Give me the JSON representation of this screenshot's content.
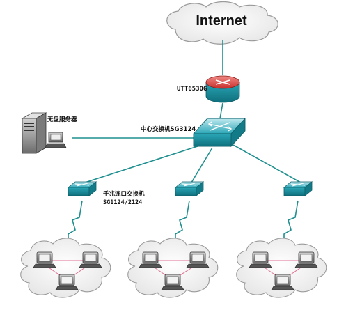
{
  "internet": {
    "label": "Internet"
  },
  "router": {
    "label": "UTT6530G"
  },
  "core_switch": {
    "label": "中心交换机SG3124"
  },
  "server": {
    "label": "无盘服务器"
  },
  "access_switch": {
    "label_line1": "千兆连口交换机",
    "label_line2": "SG1124/2124"
  },
  "colors": {
    "link": "#1f8f8f",
    "lan_link": "#e07090",
    "router_top": "#d9534f",
    "device_teal": "#2aa6b6"
  }
}
